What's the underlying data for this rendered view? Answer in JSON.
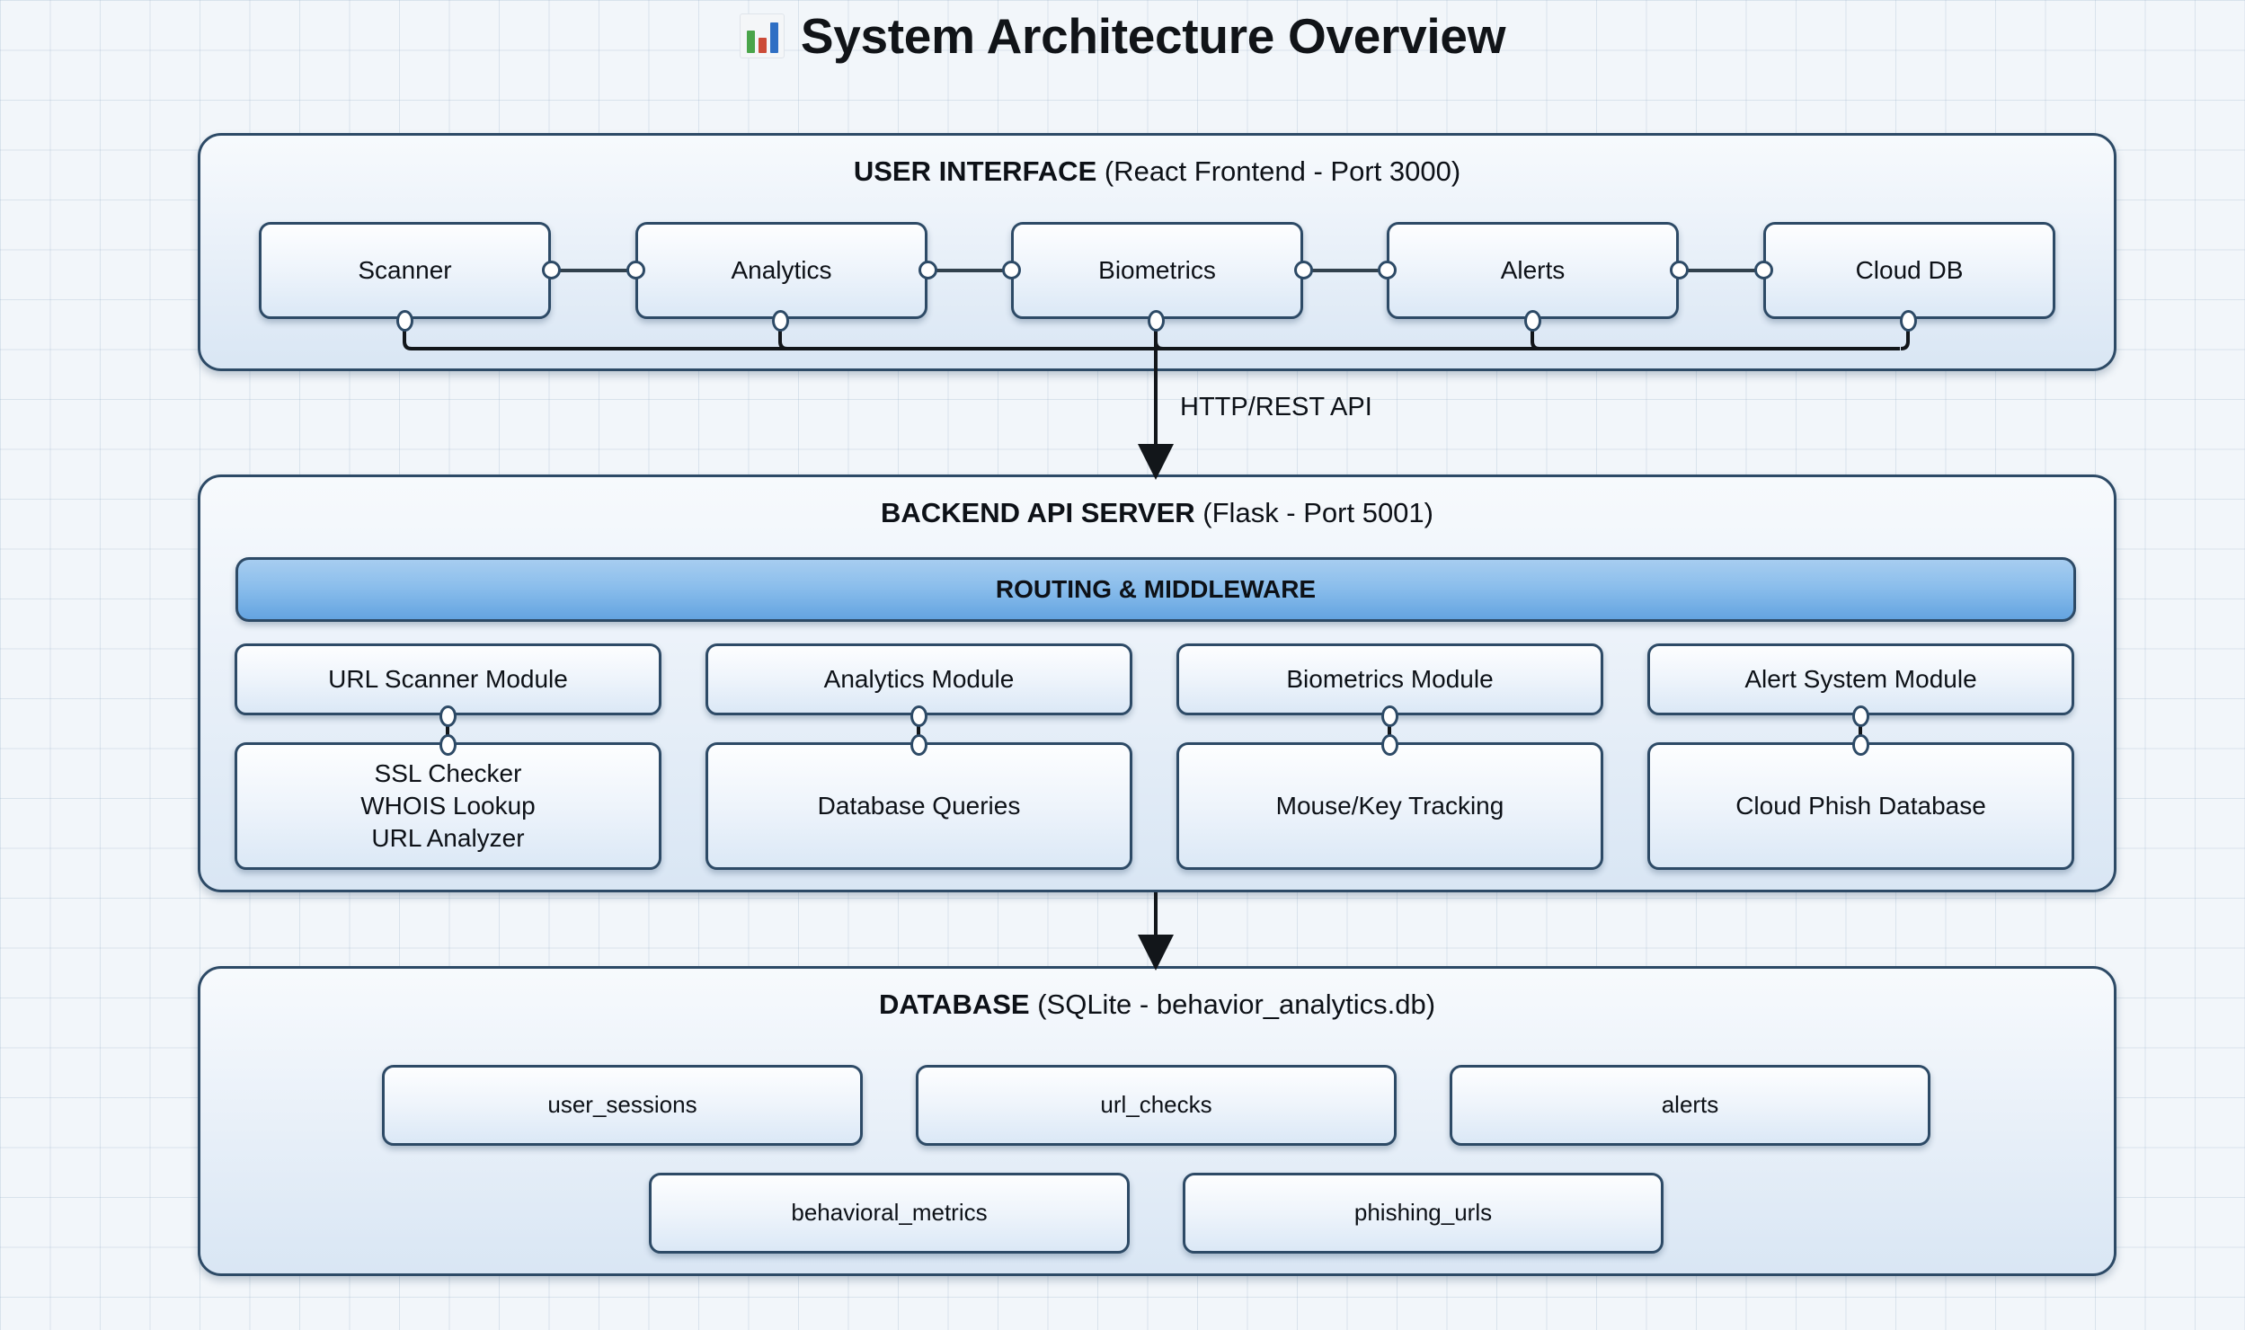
{
  "title": {
    "icon": "bar-chart-icon",
    "text": "System Architecture Overview"
  },
  "colors": {
    "node_border": "#2d4a66",
    "middleware_fill": "#8bbeec",
    "background": "#f2f6fa",
    "emoji_green": "#4aa54a",
    "emoji_red": "#cc4b37",
    "emoji_blue": "#2f6fc4"
  },
  "sections": {
    "ui": {
      "title_main": "USER INTERFACE",
      "title_sub": " (React Frontend - Port 3000)",
      "nodes": [
        {
          "label": "Scanner"
        },
        {
          "label": "Analytics"
        },
        {
          "label": "Biometrics"
        },
        {
          "label": "Alerts"
        },
        {
          "label": "Cloud DB"
        }
      ]
    },
    "backend": {
      "title_main": "BACKEND API SERVER",
      "title_sub": " (Flask - Port 5001)",
      "middleware": "ROUTING & MIDDLEWARE",
      "columns": [
        {
          "module": "URL Scanner Module",
          "detail": "SSL Checker\nWHOIS Lookup\nURL Analyzer"
        },
        {
          "module": "Analytics Module",
          "detail": "Database Queries"
        },
        {
          "module": "Biometrics Module",
          "detail": "Mouse/Key Tracking"
        },
        {
          "module": "Alert System Module",
          "detail": "Cloud Phish Database"
        }
      ]
    },
    "database": {
      "title_main": "DATABASE",
      "title_sub": " (SQLite - behavior_analytics.db)",
      "tables_row1": [
        {
          "label": "user_sessions"
        },
        {
          "label": "url_checks"
        },
        {
          "label": "alerts"
        }
      ],
      "tables_row2": [
        {
          "label": "behavioral_metrics"
        },
        {
          "label": "phishing_urls"
        }
      ]
    }
  },
  "connectors": {
    "ui_to_backend_label": "HTTP/REST API",
    "backend_to_database_label": ""
  }
}
